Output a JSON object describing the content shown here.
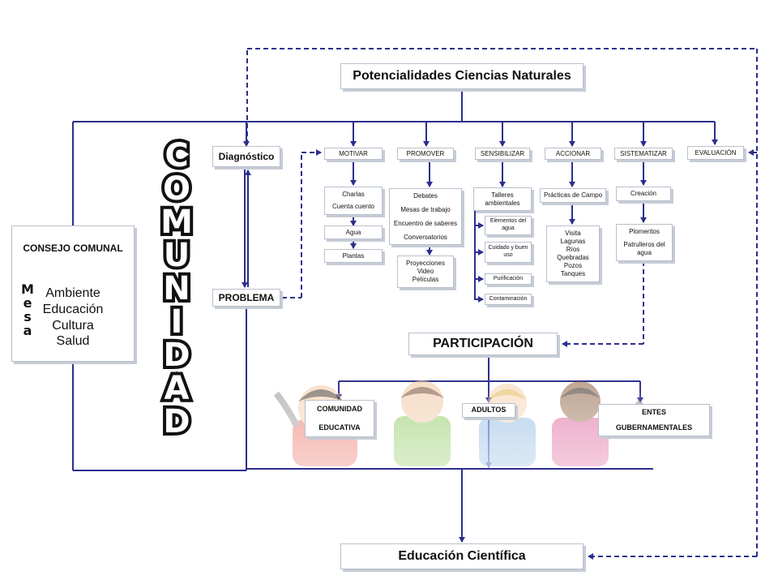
{
  "top_title": "Potencialidades Ciencias Naturales",
  "bottom_title": "Educación Científica",
  "consejo": {
    "title": "CONSEJO COMUNAL",
    "mesa_letters": [
      "M",
      "e",
      "s",
      "a"
    ],
    "areas": [
      "Ambiente",
      "Educación",
      "Cultura",
      "Salud"
    ]
  },
  "comunidad_letters": [
    "C",
    "O",
    "M",
    "U",
    "N",
    "I",
    "D",
    "A",
    "D"
  ],
  "diagnostico": "Diagnóstico",
  "problema": "PROBLEMA",
  "phases": {
    "motivar": "MOTIVAR",
    "promover": "PROMOVER",
    "sensibilizar": "SENSIBILIZAR",
    "accionar": "ACCIONAR",
    "sistematizar": "SISTEMATIZAR",
    "evaluacion": "EVALUACIÓN"
  },
  "motivar_items": {
    "charlas": [
      "Charlas",
      "Cuenta cuento"
    ],
    "agua": "Agua",
    "plantas": "Plantas"
  },
  "promover_items": {
    "list": [
      "Debates",
      "Mesas de trabajo",
      "Encuentro de saberes",
      "Conversatorios"
    ],
    "media": [
      "Proyecciones",
      "Video",
      "Películas"
    ]
  },
  "sensibilizar_items": {
    "talleres": [
      "Talleres",
      "ambientales"
    ],
    "elementos": [
      "Elementos del",
      "agua"
    ],
    "cuidado": [
      "Cuidado y buen",
      "uso"
    ],
    "purificacion": "Purificación",
    "contaminacion": "Contaminación"
  },
  "accionar_items": {
    "practicas": "Prácticas de Campo",
    "visita": [
      "Visita",
      "Lagunas",
      "Ríos",
      "Quebradas",
      "Pozos",
      "Tanques"
    ]
  },
  "sistematizar_items": {
    "creacion": "Creación",
    "plomeritos": [
      "Plomeritos",
      "Patrulleros del",
      "agua"
    ]
  },
  "participacion": "PARTICIPACIÓN",
  "participants": {
    "comunidad": [
      "COMUNIDAD",
      "EDUCATIVA"
    ],
    "adultos": "ADULTOS",
    "entes": [
      "ENTES",
      "GUBERNAMENTALES"
    ]
  },
  "colors": {
    "line": "#2b2f8c",
    "box_border": "#b9c0cc",
    "shadow": "#c6ccd6"
  }
}
